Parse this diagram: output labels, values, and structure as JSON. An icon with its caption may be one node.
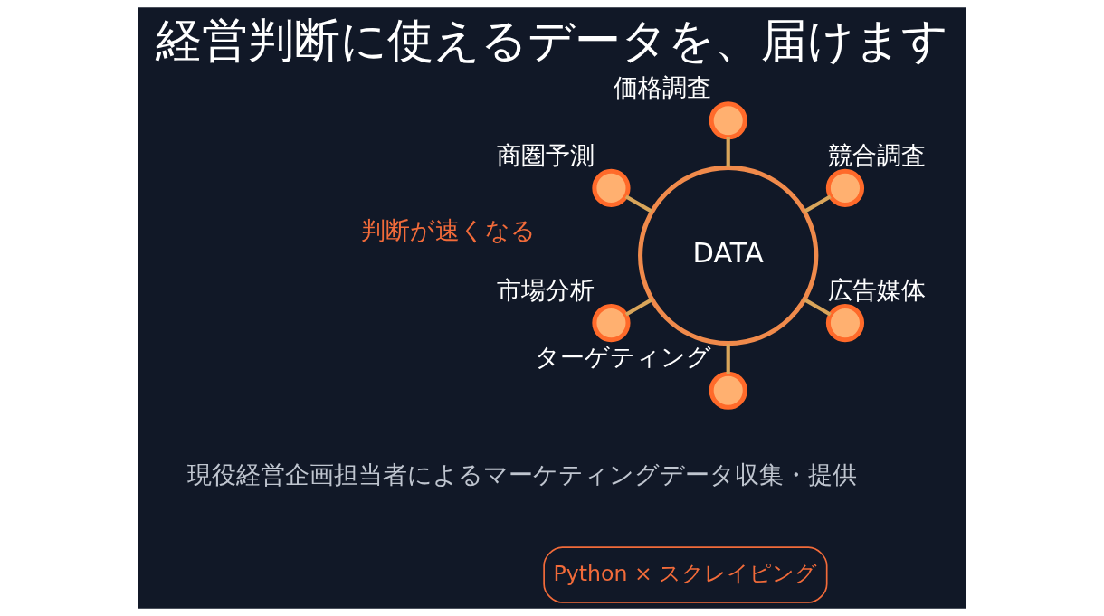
{
  "diagram": {
    "title": "経営判断に使えるデータを、届けます",
    "nodes": [
      {
        "text": [
          "Python × スクレイピング"
        ]
      },
      {
        "text": [],
        "shape": "circle",
        "beside": [
          "競合調査"
        ]
      },
      {
        "text": [],
        "shape": "circle",
        "beside": [
          "価格調査"
        ]
      },
      {
        "text": [
          "DATA"
        ]
      },
      {
        "text": [],
        "shape": "circle",
        "beside": [
          "商圏予測"
        ]
      },
      {
        "text": [],
        "shape": "circle",
        "beside": [
          "市場分析"
        ]
      },
      {
        "text": [],
        "shape": "circle",
        "beside": [
          "ターゲティング"
        ]
      },
      {
        "text": [],
        "shape": "circle",
        "beside": [
          "広告媒体"
        ]
      }
    ],
    "edges": [
      {
        "from": 3,
        "to": 1,
        "arrow": "none"
      },
      {
        "from": 3,
        "to": 2,
        "arrow": "none"
      },
      {
        "from": 3,
        "to": 4,
        "arrow": "none"
      },
      {
        "from": 3,
        "to": 5,
        "arrow": "none"
      },
      {
        "from": 3,
        "to": 6,
        "arrow": "none"
      },
      {
        "from": 3,
        "to": 7,
        "arrow": "none"
      }
    ],
    "labels": [
      "現役経営企画担当者によるマーケティングデータ収集・提供",
      "判断が速くなる"
    ]
  }
}
